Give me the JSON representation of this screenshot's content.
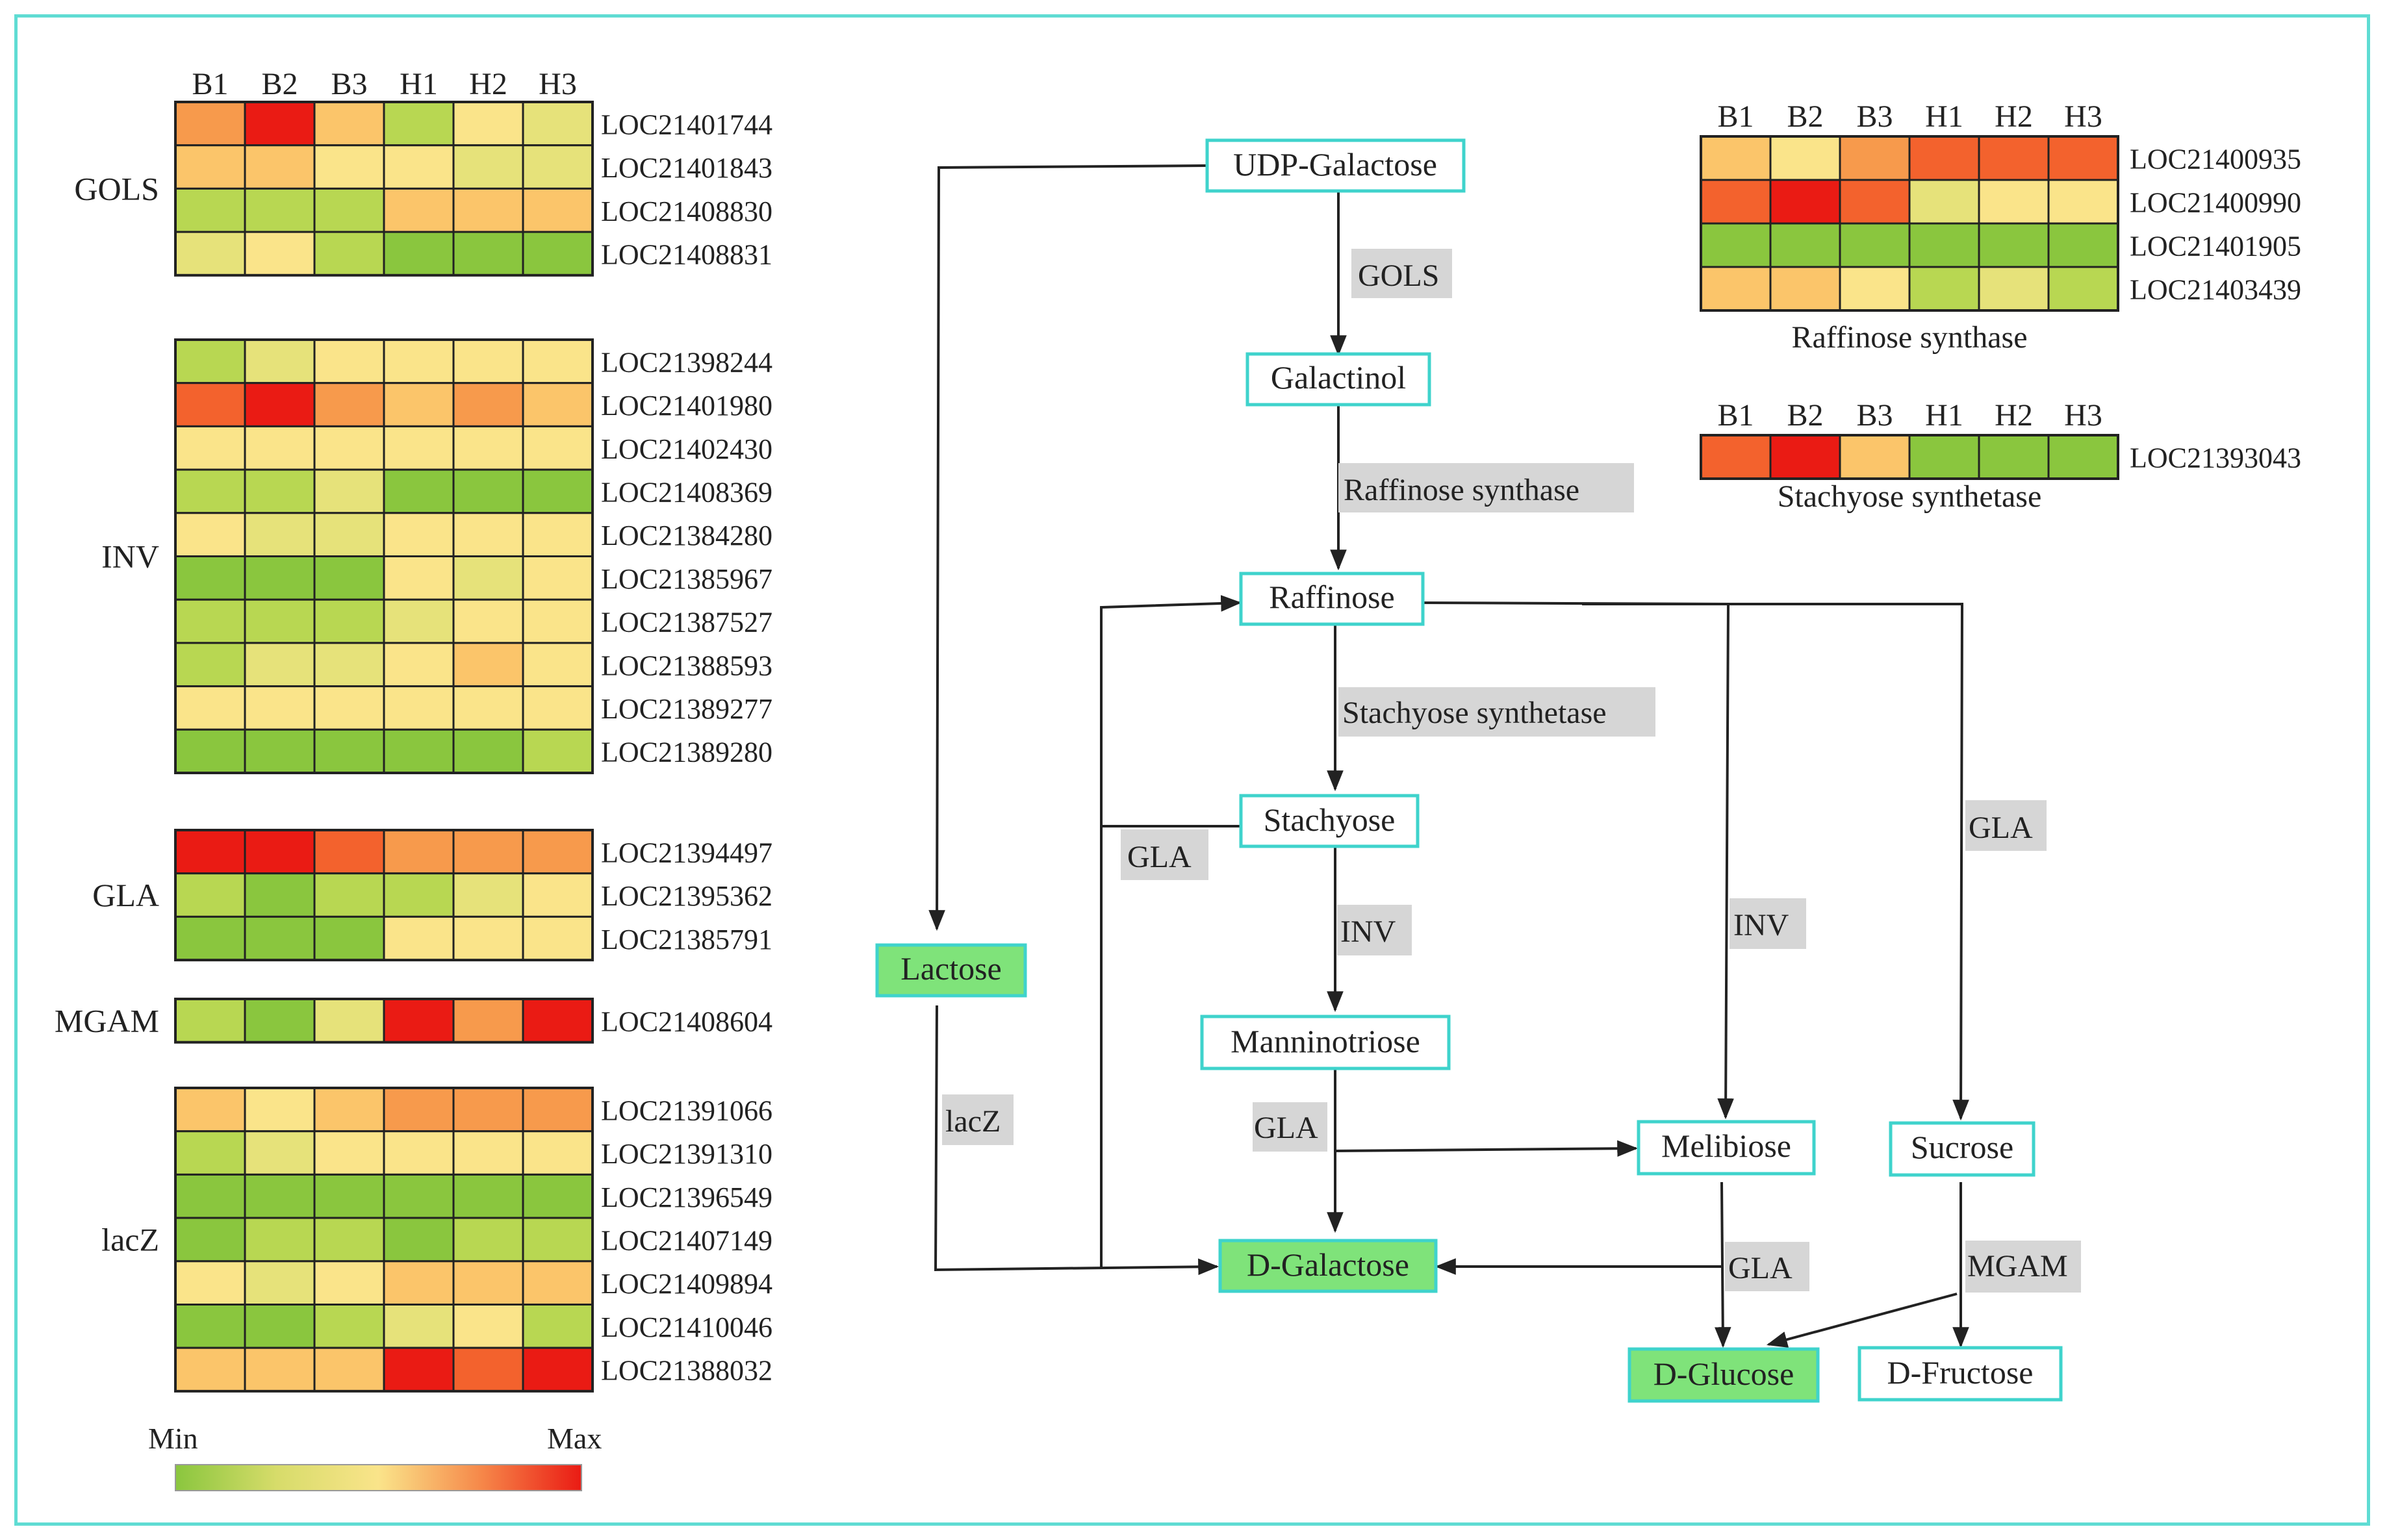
{
  "colors": {
    "frame": "#5fdcd3",
    "node_border": "#3fd3cc",
    "highlight_fill": "#7fe37a",
    "enzyme_fill": "#d6d6d6",
    "scale": [
      "#8ac63e",
      "#b8d752",
      "#e6e27a",
      "#fae48a",
      "#fbc56a",
      "#f79a4c",
      "#f3622d",
      "#ea1b14"
    ]
  },
  "columns": [
    "B1",
    "B2",
    "B3",
    "H1",
    "H2",
    "H3"
  ],
  "left_heatmaps": [
    {
      "group": "GOLS",
      "rows": [
        {
          "gene": "LOC21401744",
          "values": [
            5,
            7,
            4,
            1,
            3,
            2
          ]
        },
        {
          "gene": "LOC21401843",
          "values": [
            4,
            4,
            3,
            3,
            2,
            2
          ]
        },
        {
          "gene": "LOC21408830",
          "values": [
            1,
            1,
            1,
            4,
            4,
            4
          ]
        },
        {
          "gene": "LOC21408831",
          "values": [
            2,
            3,
            1,
            0,
            0,
            0
          ]
        }
      ]
    },
    {
      "group": "INV",
      "rows": [
        {
          "gene": "LOC21398244",
          "values": [
            1,
            2,
            3,
            3,
            3,
            3
          ]
        },
        {
          "gene": "LOC21401980",
          "values": [
            6,
            7,
            5,
            4,
            5,
            4
          ]
        },
        {
          "gene": "LOC21402430",
          "values": [
            3,
            3,
            3,
            3,
            3,
            3
          ]
        },
        {
          "gene": "LOC21408369",
          "values": [
            1,
            1,
            2,
            0,
            0,
            0
          ]
        },
        {
          "gene": "LOC21384280",
          "values": [
            3,
            2,
            2,
            3,
            3,
            3
          ]
        },
        {
          "gene": "LOC21385967",
          "values": [
            0,
            0,
            0,
            3,
            2,
            3
          ]
        },
        {
          "gene": "LOC21387527",
          "values": [
            1,
            1,
            1,
            2,
            3,
            3
          ]
        },
        {
          "gene": "LOC21388593",
          "values": [
            1,
            2,
            2,
            3,
            4,
            3
          ]
        },
        {
          "gene": "LOC21389277",
          "values": [
            3,
            3,
            3,
            3,
            3,
            3
          ]
        },
        {
          "gene": "LOC21389280",
          "values": [
            0,
            0,
            0,
            0,
            0,
            1
          ]
        }
      ]
    },
    {
      "group": "GLA",
      "rows": [
        {
          "gene": "LOC21394497",
          "values": [
            7,
            7,
            6,
            5,
            5,
            5
          ]
        },
        {
          "gene": "LOC21395362",
          "values": [
            1,
            0,
            1,
            1,
            2,
            3
          ]
        },
        {
          "gene": "LOC21385791",
          "values": [
            0,
            0,
            0,
            3,
            3,
            3
          ]
        }
      ]
    },
    {
      "group": "MGAM",
      "rows": [
        {
          "gene": "LOC21408604",
          "values": [
            1,
            0,
            2,
            7,
            5,
            7
          ]
        }
      ]
    },
    {
      "group": "lacZ",
      "rows": [
        {
          "gene": "LOC21391066",
          "values": [
            4,
            3,
            4,
            5,
            5,
            5
          ]
        },
        {
          "gene": "LOC21391310",
          "values": [
            1,
            2,
            3,
            3,
            3,
            3
          ]
        },
        {
          "gene": "LOC21396549",
          "values": [
            0,
            0,
            0,
            0,
            0,
            0
          ]
        },
        {
          "gene": "LOC21407149",
          "values": [
            0,
            1,
            1,
            0,
            1,
            1
          ]
        },
        {
          "gene": "LOC21409894",
          "values": [
            3,
            2,
            3,
            4,
            4,
            4
          ]
        },
        {
          "gene": "LOC21410046",
          "values": [
            0,
            0,
            1,
            2,
            3,
            1
          ]
        },
        {
          "gene": "LOC21388032",
          "values": [
            4,
            4,
            4,
            7,
            6,
            7
          ]
        }
      ]
    }
  ],
  "right_heatmaps": [
    {
      "title": "Raffinose synthase",
      "rows": [
        {
          "gene": "LOC21400935",
          "values": [
            4,
            3,
            5,
            6,
            6,
            6
          ]
        },
        {
          "gene": "LOC21400990",
          "values": [
            6,
            7,
            6,
            2,
            3,
            3
          ]
        },
        {
          "gene": "LOC21401905",
          "values": [
            0,
            0,
            0,
            0,
            0,
            0
          ]
        },
        {
          "gene": "LOC21403439",
          "values": [
            4,
            4,
            3,
            1,
            2,
            1
          ]
        }
      ]
    },
    {
      "title": "Stachyose synthetase",
      "rows": [
        {
          "gene": "LOC21393043",
          "values": [
            6,
            7,
            4,
            0,
            0,
            0
          ]
        }
      ]
    }
  ],
  "legend": {
    "min": "Min",
    "max": "Max"
  },
  "nodes": {
    "udp_galactose": "UDP-Galactose",
    "galactinol": "Galactinol",
    "raffinose": "Raffinose",
    "stachyose": "Stachyose",
    "manninotriose": "Manninotriose",
    "lactose": "Lactose",
    "melibiose": "Melibiose",
    "sucrose": "Sucrose",
    "d_galactose": "D-Galactose",
    "d_glucose": "D-Glucose",
    "d_fructose": "D-Fructose"
  },
  "enzymes": {
    "gols": "GOLS",
    "raffinose_synthase": "Raffinose synthase",
    "stachyose_synthetase": "Stachyose synthetase",
    "gla_stachyose": "GLA",
    "inv_stachyose": "INV",
    "gla_manninotriose": "GLA",
    "laczy": "lacZ",
    "inv_raffinose": "INV",
    "gla_raffinose": "GLA",
    "gla_melibiose": "GLA",
    "mgam": "MGAM"
  }
}
